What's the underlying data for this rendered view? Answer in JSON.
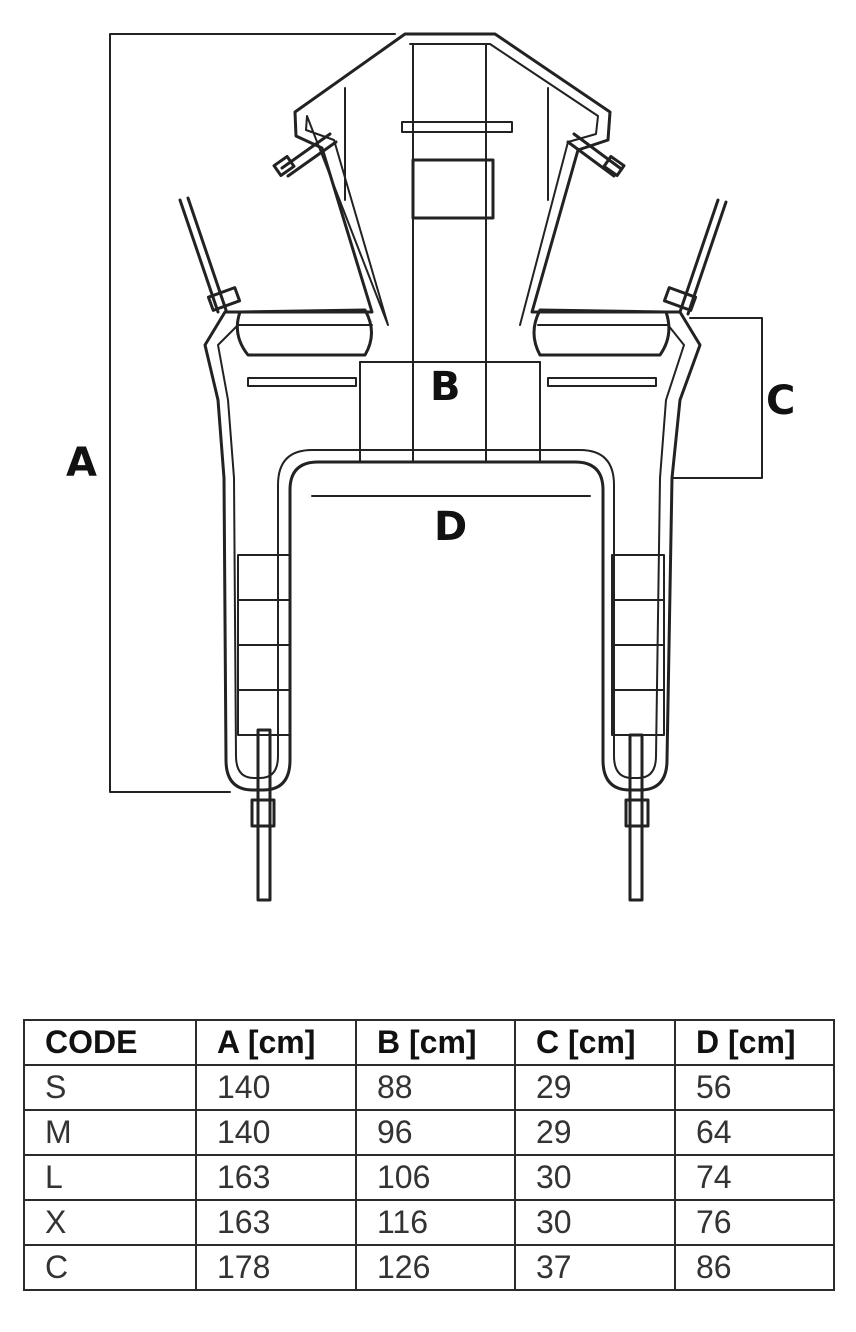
{
  "diagram": {
    "labels": {
      "a": "A",
      "b": "B",
      "c": "C",
      "d": "D"
    }
  },
  "table": {
    "headers": [
      "CODE",
      "A [cm]",
      "B [cm]",
      "C [cm]",
      "D [cm]"
    ],
    "rows": [
      [
        "S",
        "140",
        "88",
        "29",
        "56"
      ],
      [
        "M",
        "140",
        "96",
        "29",
        "64"
      ],
      [
        "L",
        "163",
        "106",
        "30",
        "74"
      ],
      [
        "X",
        "163",
        "116",
        "30",
        "76"
      ],
      [
        "C",
        "178",
        "126",
        "37",
        "86"
      ]
    ]
  }
}
